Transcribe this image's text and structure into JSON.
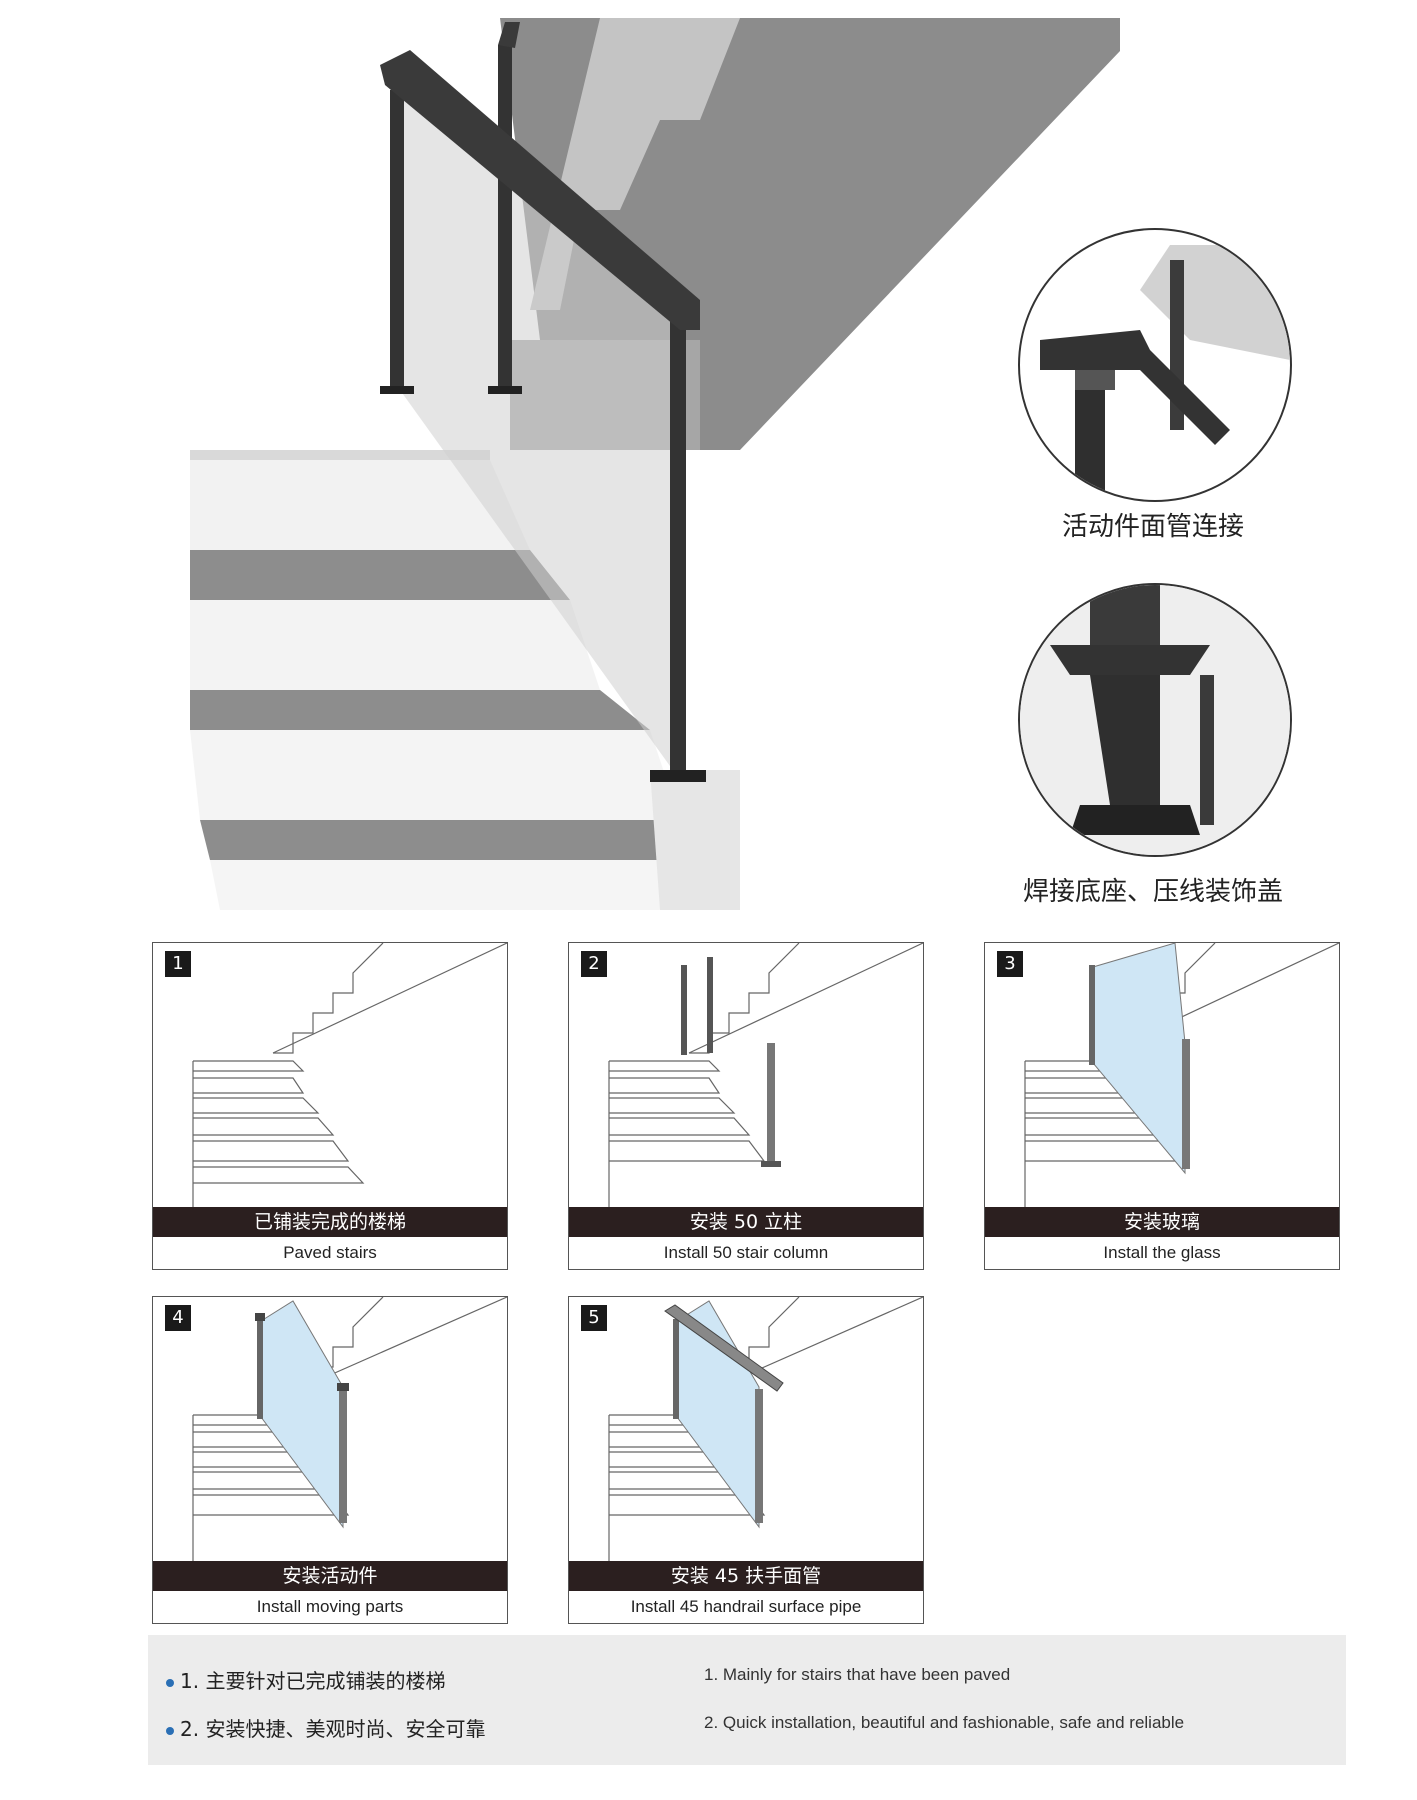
{
  "details": [
    {
      "caption": "活动件面管连接",
      "icon": "handrail-joint-detail"
    },
    {
      "caption": "焊接底座、压线装饰盖",
      "icon": "welded-base-detail"
    }
  ],
  "steps": [
    {
      "num": "1",
      "cn": "已铺装完成的楼梯",
      "en": "Paved stairs"
    },
    {
      "num": "2",
      "cn": "安装 50 立柱",
      "en": "Install 50 stair column"
    },
    {
      "num": "3",
      "cn": "安装玻璃",
      "en": "Install the glass"
    },
    {
      "num": "4",
      "cn": "安装活动件",
      "en": "Install moving parts"
    },
    {
      "num": "5",
      "cn": "安装 45 扶手面管",
      "en": "Install 45 handrail surface pipe"
    }
  ],
  "notes": {
    "cn": [
      "1. 主要针对已完成铺装的楼梯",
      "2. 安装快捷、美观时尚、安全可靠"
    ],
    "en": [
      "1. Mainly for stairs that have been paved",
      "2. Quick installation, beautiful and fashionable, safe and reliable"
    ]
  },
  "colors": {
    "rail": "#333333",
    "glass": "#cfe6f5",
    "band": "#2b1f1f",
    "bullet": "#2a6fb5"
  }
}
